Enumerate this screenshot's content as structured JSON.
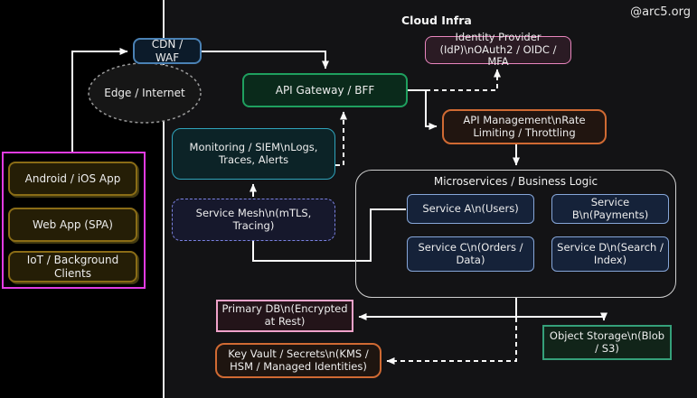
{
  "watermark": "@arc5.org",
  "cloud": {
    "label": "Cloud Infra"
  },
  "clients": {
    "items": [
      {
        "label": "Android / iOS App"
      },
      {
        "label": "Web App (SPA)"
      },
      {
        "label": "IoT / Background Clients"
      }
    ]
  },
  "nodes": {
    "edge_internet": {
      "label": "Edge / Internet"
    },
    "cdn": {
      "label": "CDN / WAF"
    },
    "api_gateway": {
      "label": "API Gateway / BFF"
    },
    "identity_provider": {
      "label": "Identity Provider (IdP)\\nOAuth2 / OIDC / MFA"
    },
    "api_management": {
      "label": "API Management\\nRate Limiting / Throttling"
    },
    "monitoring": {
      "label": "Monitoring / SIEM\\nLogs, Traces, Alerts"
    },
    "service_mesh": {
      "label": "Service Mesh\\n(mTLS, Tracing)"
    },
    "microservices": {
      "label": "Microservices / Business Logic"
    },
    "service_a": {
      "label": "Service A\\n(Users)"
    },
    "service_b": {
      "label": "Service B\\n(Payments)"
    },
    "service_c": {
      "label": "Service C\\n(Orders / Data)"
    },
    "service_d": {
      "label": "Service D\\n(Search / Index)"
    },
    "primary_db": {
      "label": "Primary DB\\n(Encrypted at Rest)"
    },
    "key_vault": {
      "label": "Key Vault / Secrets\\n(KMS / HSM / Managed Identities)"
    },
    "object_storage": {
      "label": "Object Storage\\n(Blob / S3)"
    }
  },
  "colors": {
    "panel_bg": "#131315",
    "edge_stroke": "#fafafa",
    "clients_frame": "#e23be2",
    "client_node": "#8a6c16",
    "cdn": "#4a81b4",
    "gateway": "#1fa05f",
    "idp": "#ea86bf",
    "api_mgmt": "#d06a33",
    "monitoring": "#2fa3bb",
    "service_mesh": "#7b82e0",
    "services": "#86a6d8",
    "primary_db": "#f0a2ca",
    "key_vault": "#d06a33",
    "object_storage": "#35a07a"
  }
}
